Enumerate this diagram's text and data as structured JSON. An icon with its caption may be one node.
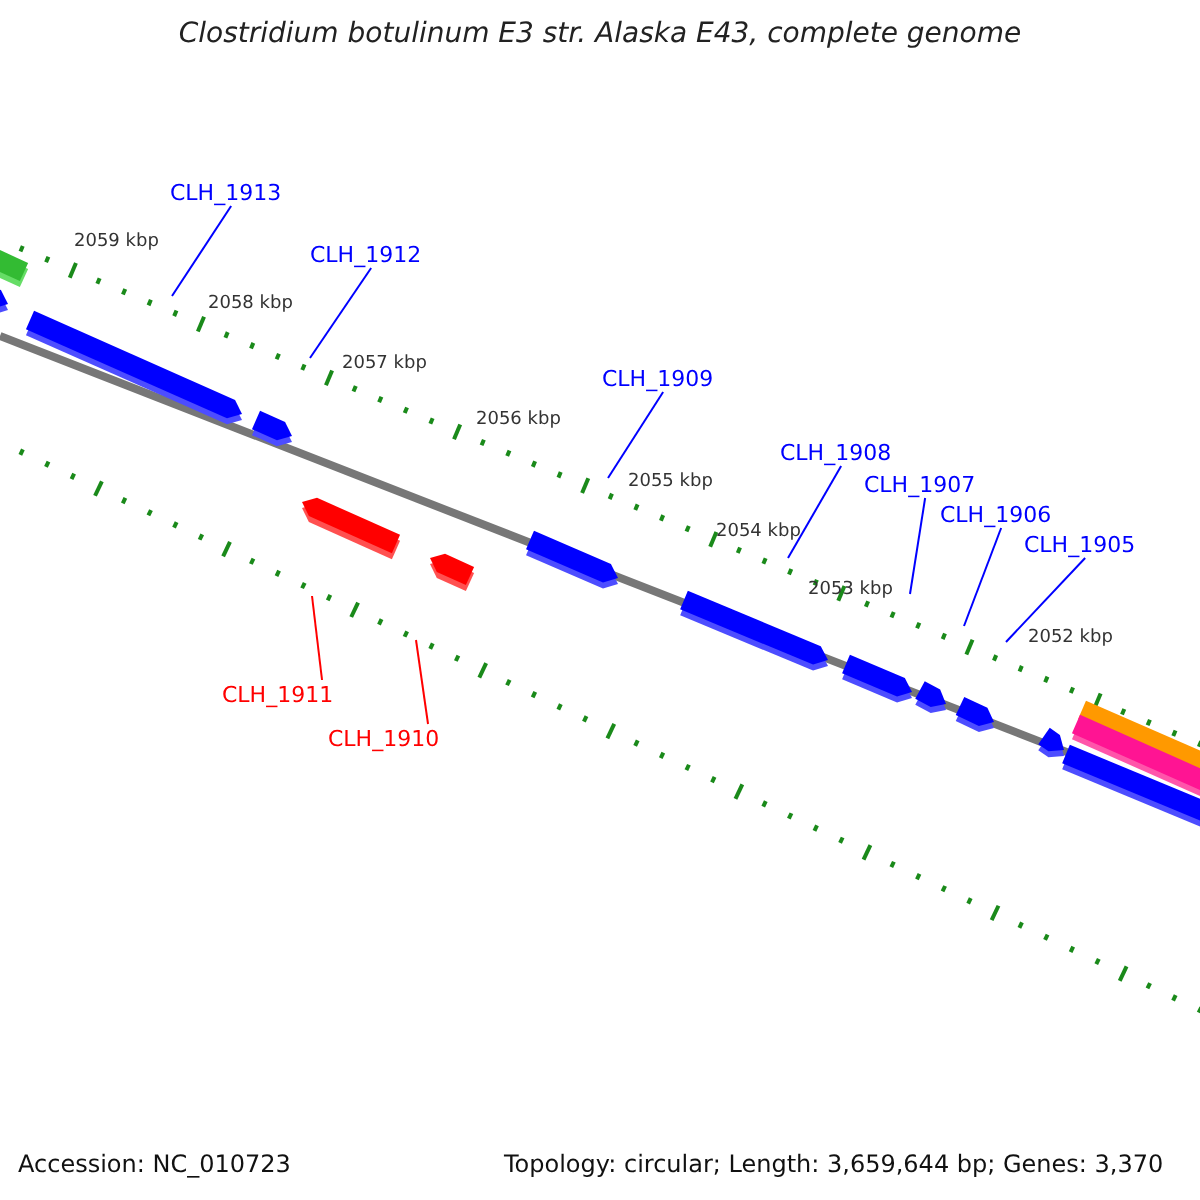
{
  "diagram": {
    "title": "Clostridium botulinum E3 str. Alaska E43, complete genome",
    "nodes": [
      {
        "text": [
          "CLH_1913"
        ]
      },
      {
        "text": [
          "CLH_1912"
        ]
      },
      {
        "text": [
          "CLH_1909"
        ]
      },
      {
        "text": [
          "CLH_1908"
        ]
      },
      {
        "text": [
          "CLH_1907"
        ]
      },
      {
        "text": [
          "CLH_1906"
        ]
      },
      {
        "text": [
          "CLH_1905"
        ]
      },
      {
        "text": [
          "CLH_1911"
        ]
      },
      {
        "text": [
          "CLH_1910"
        ]
      }
    ],
    "edges": [
      {
        "from": 0,
        "to": null,
        "arrow": "none"
      },
      {
        "from": 1,
        "to": null,
        "arrow": "none"
      },
      {
        "from": 2,
        "to": null,
        "arrow": "none"
      },
      {
        "from": 3,
        "to": null,
        "arrow": "none"
      },
      {
        "from": 4,
        "to": null,
        "arrow": "none"
      },
      {
        "from": 5,
        "to": null,
        "arrow": "none"
      },
      {
        "from": 6,
        "to": null,
        "arrow": "none"
      },
      {
        "from": 7,
        "to": null,
        "arrow": "none",
        "color": "#ff0000"
      },
      {
        "from": 8,
        "to": null,
        "arrow": "none",
        "color": "#ff0000"
      }
    ],
    "labels": [
      "2059 kbp",
      "2058 kbp",
      "2057 kbp",
      "2056 kbp",
      "2055 kbp",
      "2054 kbp",
      "2053 kbp",
      "2052 kbp",
      "Accession: NC_010723",
      "Topology: circular; Length: 3,659,644 bp; Genes: 3,370"
    ]
  }
}
